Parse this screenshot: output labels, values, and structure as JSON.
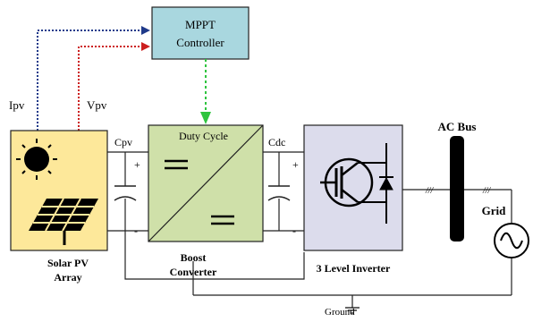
{
  "labels": {
    "mppt_line1": "MPPT",
    "mppt_line2": "Controller",
    "ipv": "Ipv",
    "vpv": "Vpv",
    "duty_cycle": "Duty Cycle",
    "cpv": "Cpv",
    "cdc": "Cdc",
    "ac_bus": "AC Bus",
    "grid": "Grid",
    "solar_line1": "Solar PV",
    "solar_line2": "Array",
    "boost_line1": "Boost",
    "boost_line2": "Converter",
    "inverter": "3 Level Inverter",
    "ground": "Ground",
    "plus": "+",
    "minus": "-",
    "phase_marks": "///"
  },
  "colors": {
    "mppt_fill": "#a9d7df",
    "solar_fill": "#fde89a",
    "boost_fill": "#cfe0a9",
    "inverter_fill": "#dcdcec",
    "ipv_signal": "#1f3a8a",
    "vpv_signal": "#cc1f1f",
    "duty_signal": "#2fc43f",
    "ac_bus": "#000000"
  },
  "icons": {
    "sun": "sun-icon",
    "pv_panel": "solar-panel-icon",
    "dc_dc": "dc-dc-converter-symbol",
    "igbt": "igbt-transistor-icon",
    "grid_source": "ac-source-icon",
    "ground": "ground-icon"
  }
}
